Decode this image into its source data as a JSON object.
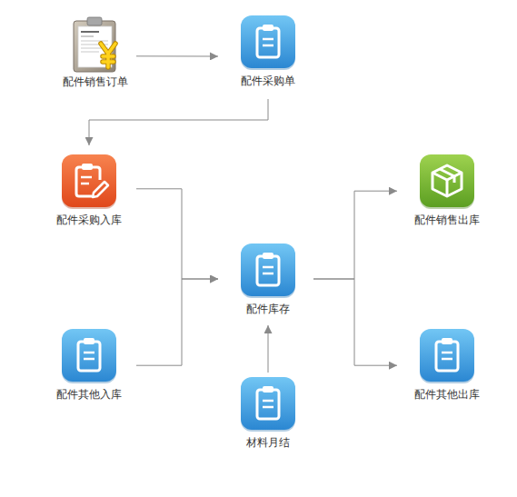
{
  "diagram": {
    "nodes": [
      {
        "text": [
          "配件销售订单"
        ]
      },
      {
        "text": [
          "配件采购单"
        ]
      },
      {
        "text": [
          "配件采购入库"
        ]
      },
      {
        "text": [
          "配件销售出库"
        ]
      },
      {
        "text": [
          "配件库存"
        ]
      },
      {
        "text": [
          "配件其他入库"
        ]
      },
      {
        "text": [
          "配件其他出库"
        ]
      },
      {
        "text": [
          "材料月结"
        ]
      }
    ],
    "edges": [
      {
        "from": 0,
        "to": 1,
        "arrow": "to"
      },
      {
        "from": 1,
        "to": 2,
        "arrow": "to"
      },
      {
        "from": 2,
        "to": 4,
        "arrow": "to"
      },
      {
        "from": 5,
        "to": 4,
        "arrow": "to"
      },
      {
        "from": 7,
        "to": 4,
        "arrow": "to"
      },
      {
        "from": 4,
        "to": 3,
        "arrow": "to"
      },
      {
        "from": 4,
        "to": 6,
        "arrow": "to"
      }
    ]
  }
}
